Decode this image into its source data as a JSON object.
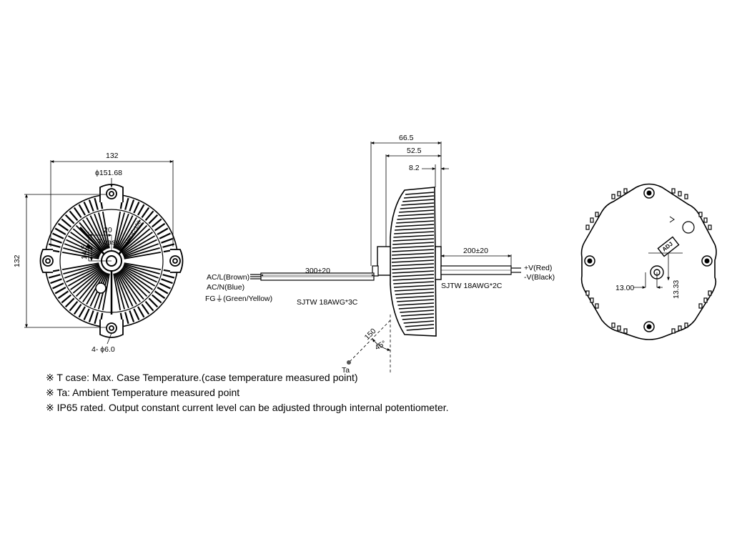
{
  "front_view": {
    "width_dim": "132",
    "height_dim": "132",
    "diameter_dim": "ϕ151.68",
    "holes_dim": "4- ϕ6.0",
    "tcase_offset_dim": "20",
    "tcase_vertical_dim": "14.5",
    "tcase_label": "T case",
    "model_text": "HBGC-150"
  },
  "side_view": {
    "overall_length_dim": "66.5",
    "body_length_dim": "52.5",
    "flange_dim": "8.2",
    "input_cable_length": "300±20",
    "output_cable_length": "200±20",
    "input_cable_spec": "SJTW 18AWG*3C",
    "output_cable_spec": "SJTW 18AWG*2C",
    "input_wires": [
      "AC/L(Brown)",
      "AC/N(Blue)",
      "FG⏚(Green/Yellow)"
    ],
    "output_wires": [
      "+V(Red)",
      "-V(Black)"
    ],
    "ta_distance": "150",
    "ta_angle": "45°",
    "ta_label": "Ta"
  },
  "back_view": {
    "x_offset_dim": "13.00",
    "y_offset_dim": "13.33",
    "adj_label": "ADJ"
  },
  "notes": [
    "※ T case: Max. Case Temperature.(case temperature measured point)",
    "※ Ta: Ambient Temperature measured point",
    "※ IP65 rated. Output constant current level can be adjusted through internal potentiometer."
  ]
}
